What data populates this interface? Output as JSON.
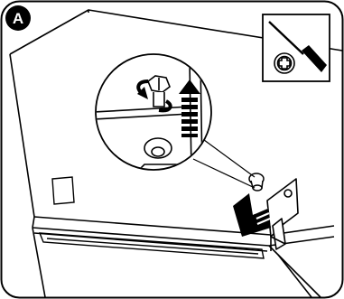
{
  "figure": {
    "step_label": "A",
    "tool": "phillips-screwdriver",
    "action": "unscrew-and-lift",
    "colors": {
      "line": "#000000",
      "background": "#ffffff",
      "badge_fill": "#000000",
      "badge_text": "#ffffff"
    }
  }
}
